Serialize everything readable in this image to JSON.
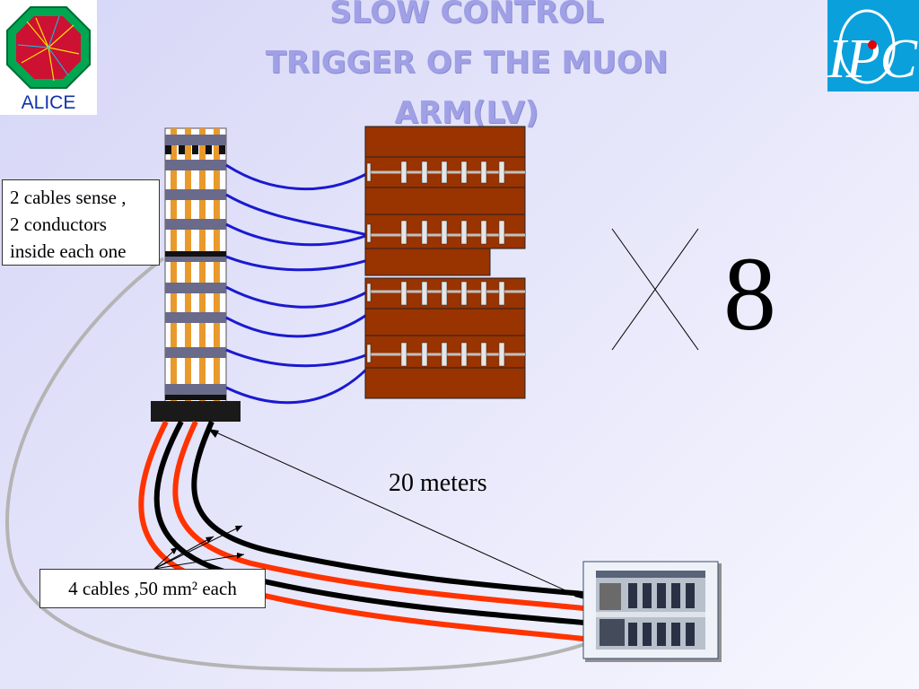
{
  "slide": {
    "title_lines": [
      "SLOW CONTROL",
      "TRIGGER OF THE MUON",
      "ARM(LV)"
    ],
    "logo_left_text": "ALICE",
    "logo_right_text": "IPC",
    "sense_label": [
      "2 cables sense ,",
      "2 conductors",
      "inside each one"
    ],
    "power_cable_label": "4 cables ,50 mm² each",
    "distance_label": "20 meters",
    "multiplier": "8"
  },
  "colors": {
    "title": "#a0a0e6",
    "sense_wire": "#1a1ad0",
    "power_red": "#ff3300",
    "power_black": "#000000",
    "crate": "#993300",
    "bundle_orange": "#e89a2c",
    "logo_right_bg": "#0aa0dc"
  },
  "icons": {
    "cross": "multiply-cross-icon",
    "crate": "electronics-crate-icon",
    "power_supply": "power-supply-icon"
  }
}
